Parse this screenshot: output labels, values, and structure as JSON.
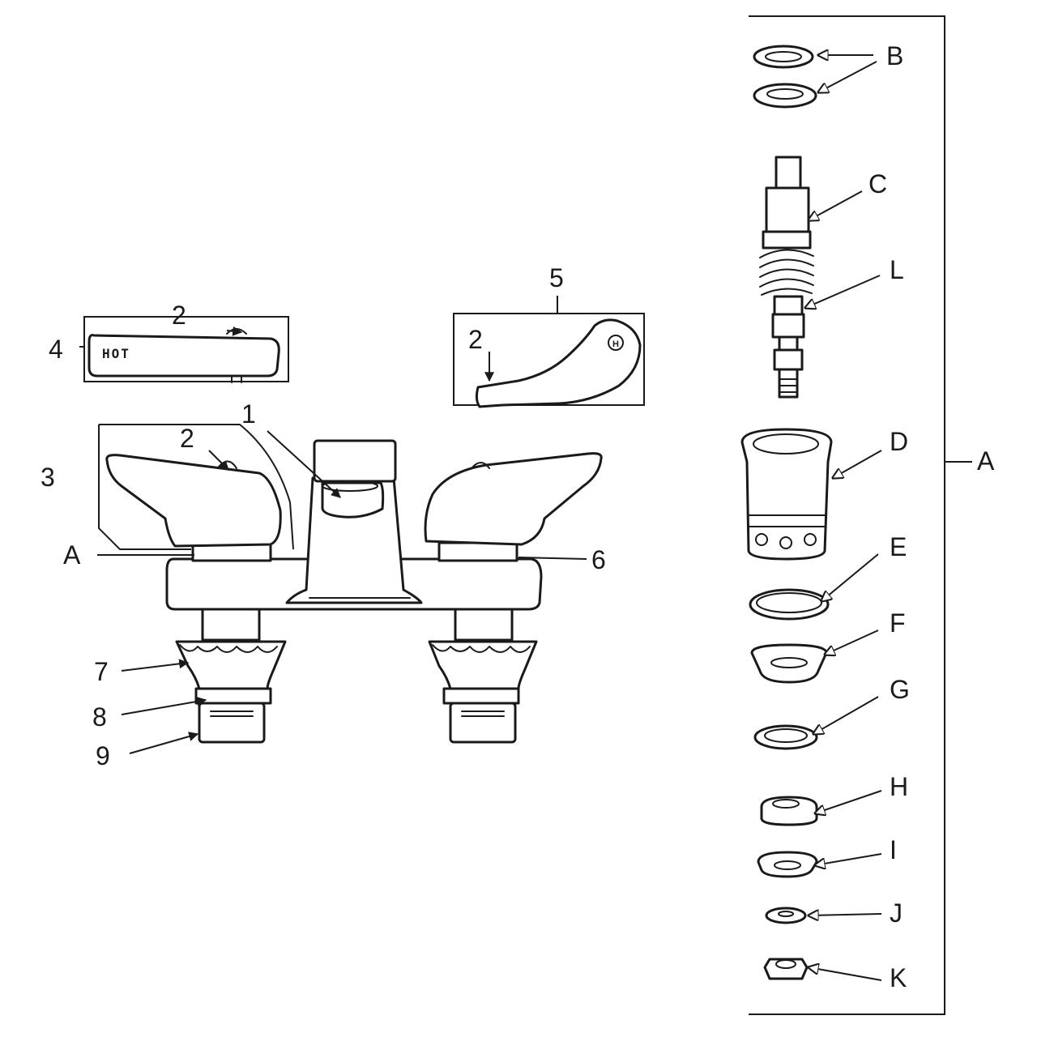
{
  "labels": {
    "n1": "1",
    "n2_top": "2",
    "n2_lever": "2",
    "n2_main": "2",
    "n3": "3",
    "n4": "4",
    "n5": "5",
    "n6": "6",
    "n7": "7",
    "n8": "8",
    "n9": "9",
    "a_left": "A",
    "a_right": "A",
    "b": "B",
    "c": "C",
    "d": "D",
    "e": "E",
    "f": "F",
    "g": "G",
    "h": "H",
    "i": "I",
    "j": "J",
    "k": "K",
    "l": "L"
  },
  "handle_text": {
    "hot": "HOT",
    "lever_mark": "H"
  },
  "colors": {
    "ink": "#1a1a1a",
    "background": "#ffffff"
  }
}
